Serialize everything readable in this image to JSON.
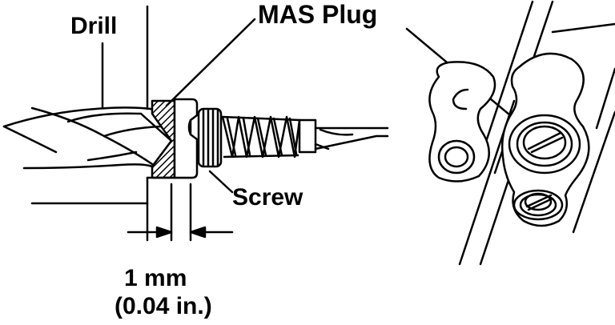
{
  "labels": {
    "drill": "Drill",
    "mas_plug": "MAS Plug",
    "screw": "Screw",
    "dimension_metric": "1 mm",
    "dimension_imperial": "(0.04 in.)"
  },
  "colors": {
    "ink": "#000000",
    "paper": "#ffffff"
  }
}
